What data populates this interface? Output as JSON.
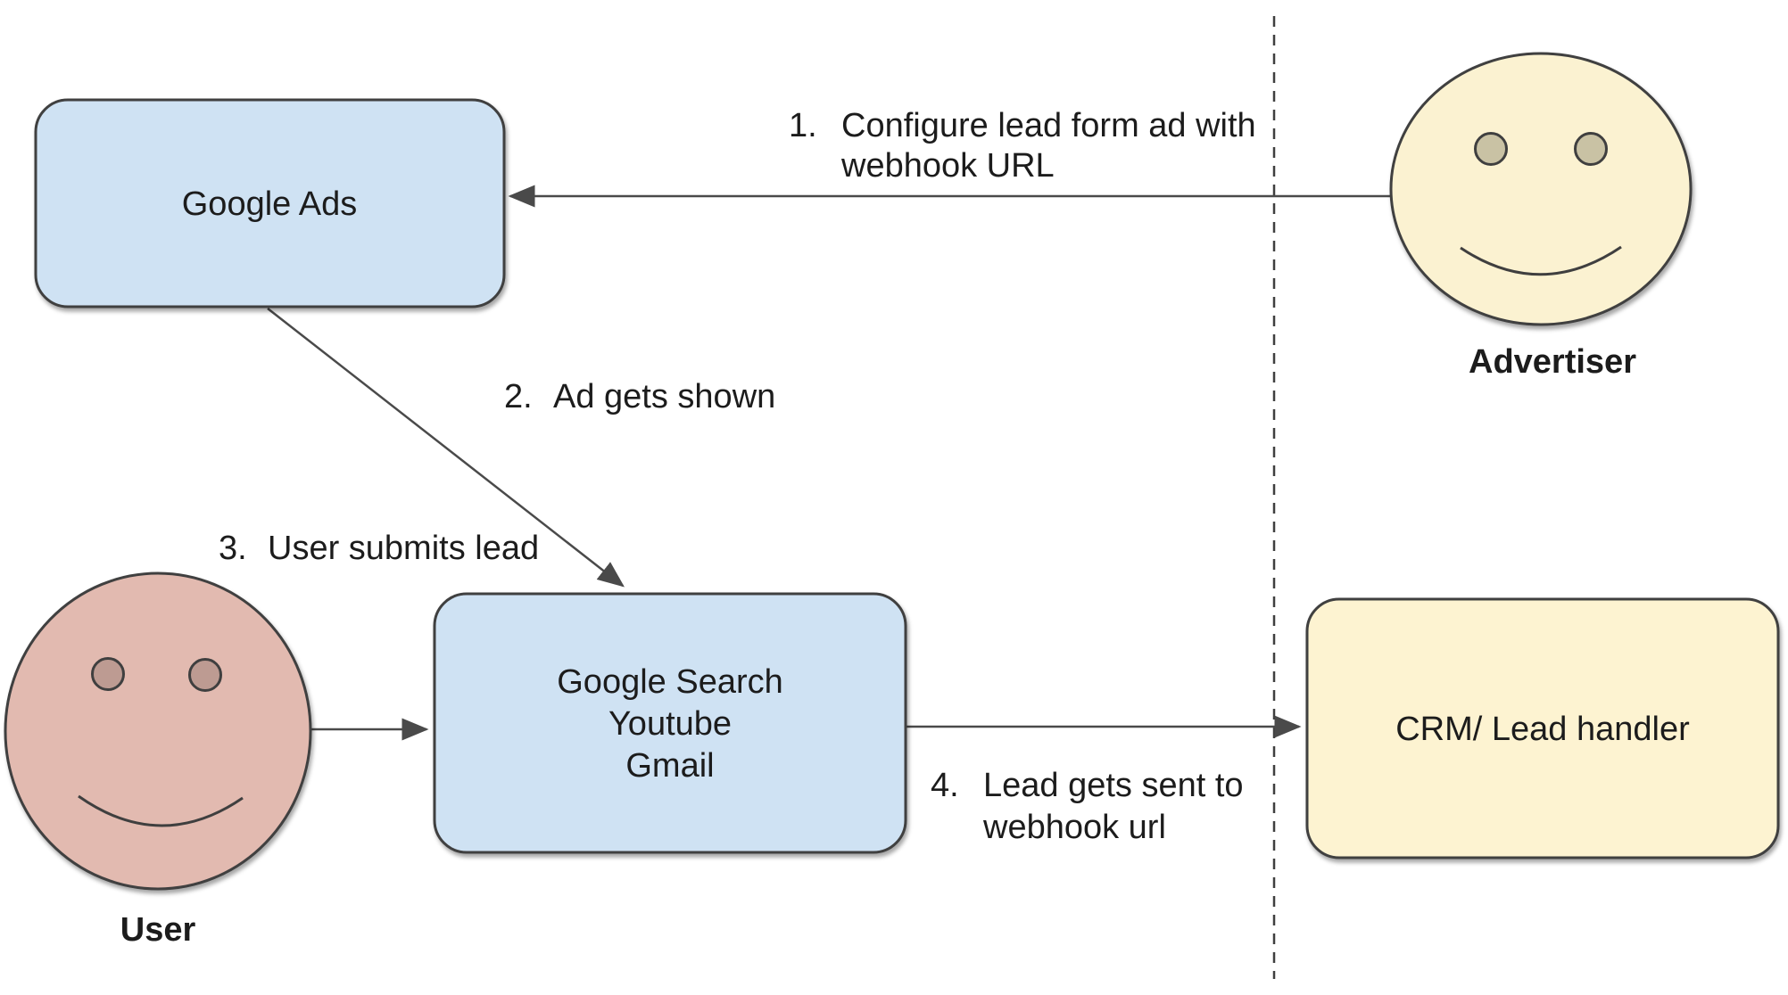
{
  "nodes": {
    "google_ads": {
      "label": "Google Ads"
    },
    "google_surfaces": {
      "lines": [
        "Google Search",
        "Youtube",
        "Gmail"
      ]
    },
    "crm": {
      "label": "CRM/ Lead handler"
    }
  },
  "actors": {
    "advertiser": {
      "label": "Advertiser"
    },
    "user": {
      "label": "User"
    }
  },
  "steps": [
    {
      "number": "1.",
      "lines": [
        "Configure lead form ad with",
        "webhook URL"
      ]
    },
    {
      "number": "2.",
      "lines": [
        "Ad gets shown"
      ]
    },
    {
      "number": "3.",
      "lines": [
        "User submits lead"
      ]
    },
    {
      "number": "4.",
      "lines": [
        "Lead gets sent to",
        "webhook url"
      ]
    }
  ],
  "colors": {
    "platform_node_fill": "#cfe2f3",
    "external_node_fill": "#fdf3d1",
    "advertiser_face_fill": "#fbf2d1",
    "advertiser_eye_fill": "#c9c2a4",
    "user_face_fill": "#e2bab0",
    "user_eye_fill": "#bd9b92",
    "outline": "#3f3f3f",
    "arrow": "#4a4a4a",
    "text": "#1c1c1c"
  }
}
